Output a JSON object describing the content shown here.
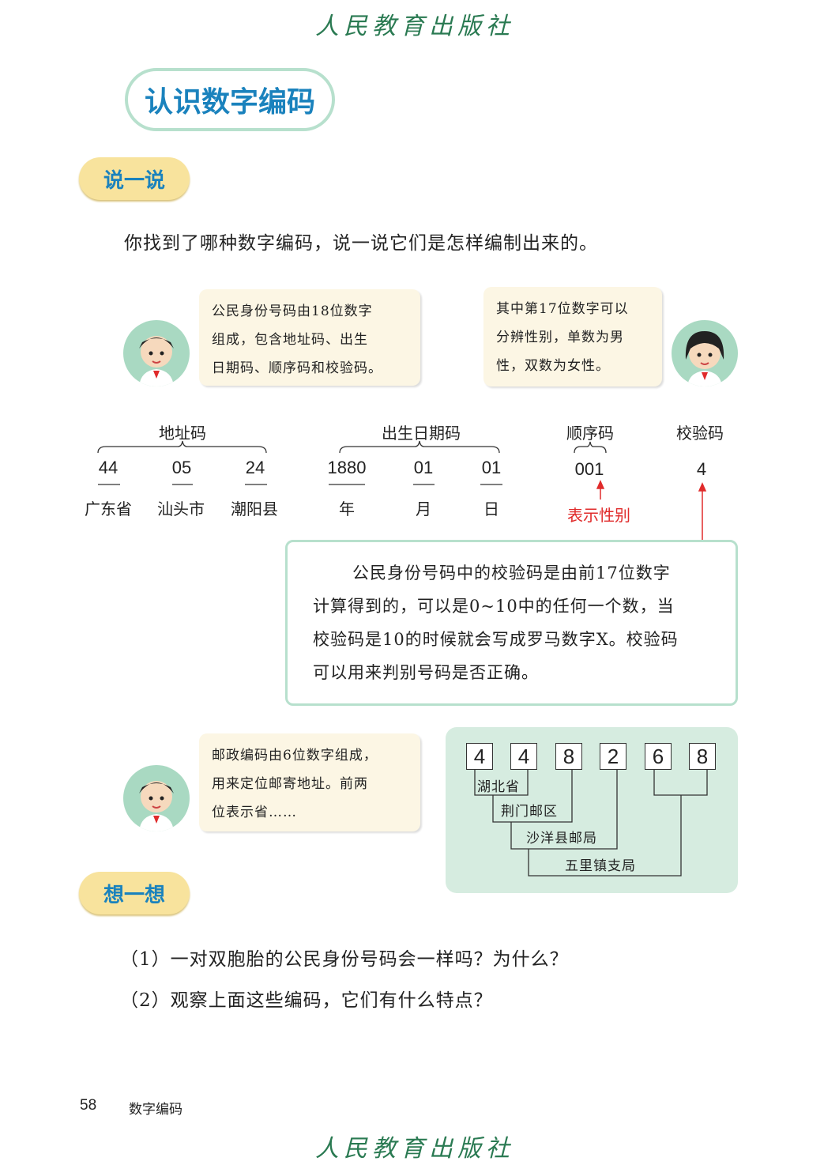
{
  "publisher": "人民教育出版社",
  "title": "认识数字编码",
  "section1": "说一说",
  "intro": "你找到了哪种数字编码，说一说它们是怎样编制出来的。",
  "bubble_boy": [
    "公民身份号码由18位数字",
    "组成，包含地址码、出生",
    "日期码、顺序码和校验码。"
  ],
  "bubble_girl": [
    "其中第17位数字可以",
    "分辨性别，单数为男",
    "性，双数为女性。"
  ],
  "id_groups": {
    "address": "地址码",
    "birth": "出生日期码",
    "sequence": "顺序码",
    "check": "校验码"
  },
  "id_numbers": [
    {
      "value": "44",
      "label": "广东省"
    },
    {
      "value": "05",
      "label": "汕头市"
    },
    {
      "value": "24",
      "label": "潮阳县"
    },
    {
      "value": "1880",
      "label": "年"
    },
    {
      "value": "01",
      "label": "月"
    },
    {
      "value": "01",
      "label": "日"
    }
  ],
  "sequence_value": "001",
  "sequence_note": "表示性别",
  "check_value": "4",
  "info_text": [
    "公民身份号码中的校验码是由前17位数字",
    "计算得到的，可以是0~10中的任何一个数，当",
    "校验码是10的时候就会写成罗马数字X。校验码",
    "可以用来判别号码是否正确。"
  ],
  "bubble_postal": [
    "邮政编码由6位数字组成，",
    "用来定位邮寄地址。前两",
    "位表示省……"
  ],
  "postal_digits": [
    "4",
    "4",
    "8",
    "2",
    "6",
    "8"
  ],
  "postal_labels": [
    "湖北省",
    "荆门邮区",
    "沙洋县邮局",
    "五里镇支局"
  ],
  "section2": "想一想",
  "questions": [
    "（1）一对双胞胎的公民身份号码会一样吗？为什么？",
    "（2）观察上面这些编码，它们有什么特点？"
  ],
  "footer": {
    "page": "58",
    "chapter": "数字编码"
  },
  "colors": {
    "accent": "#1a82bd",
    "red": "#e02b2b",
    "green_border": "#b7e0cd",
    "pill": "#f8e39d"
  }
}
